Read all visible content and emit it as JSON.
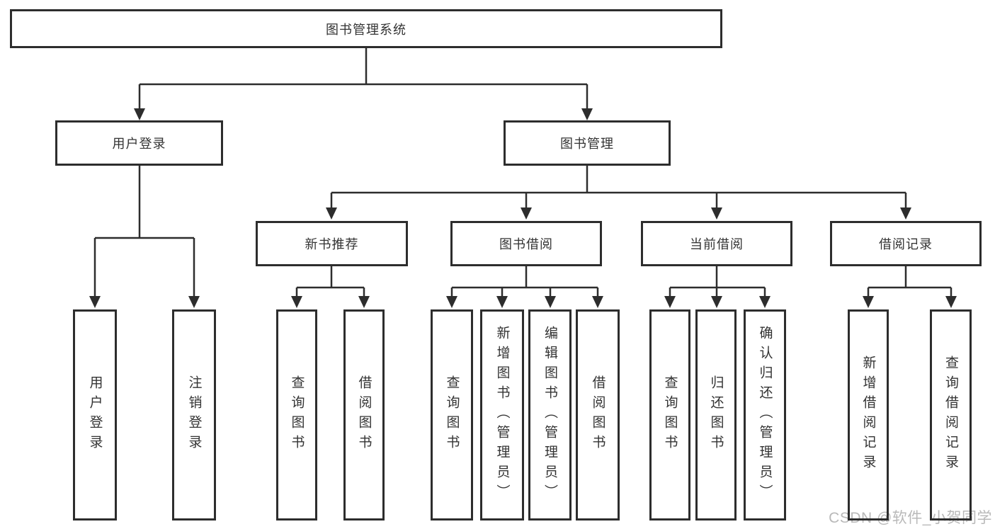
{
  "nodes": {
    "root": "图书管理系统",
    "user_login": "用户登录",
    "book_mgmt": "图书管理",
    "new_book_rec": "新书推荐",
    "book_borrow": "图书借阅",
    "current_borrow": "当前借阅",
    "borrow_records": "借阅记录",
    "leaf_user_login": "用户登录",
    "leaf_logout": "注销登录",
    "leaf_query_book_1": "查询图书",
    "leaf_borrow_book_1": "借阅图书",
    "leaf_query_book_2": "查询图书",
    "leaf_add_book": "新增图书（管理员）",
    "leaf_edit_book": "编辑图书（管理员）",
    "leaf_borrow_book_2": "借阅图书",
    "leaf_query_book_3": "查询图书",
    "leaf_return_book": "归还图书",
    "leaf_confirm_return": "确认归还（管理员）",
    "leaf_add_record": "新增借阅记录",
    "leaf_query_record": "查询借阅记录"
  },
  "watermark": "CSDN @软件_小贺同学",
  "colors": {
    "line": "#2d2d2d",
    "text": "#333333",
    "background": "#ffffff",
    "watermark": "#b9b9b9"
  }
}
